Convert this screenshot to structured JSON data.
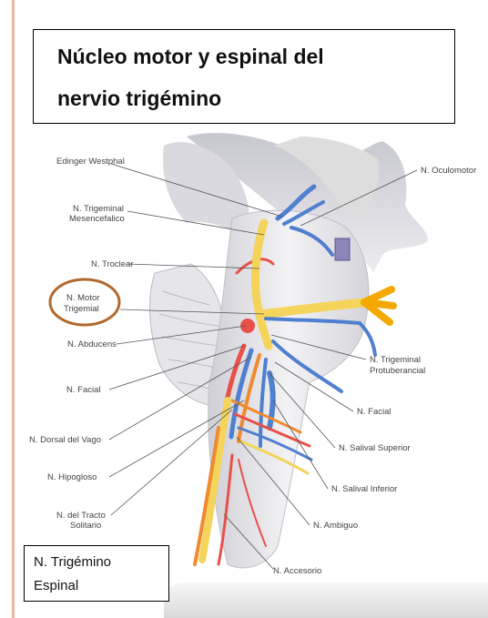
{
  "title": {
    "line1": "Núcleo motor y espinal del",
    "line2": "nervio trigémino"
  },
  "diagram": {
    "labels_left": [
      "Edinger Westphal",
      "N. Trigeminal",
      "Mesencefalico",
      "N. Troclear",
      "N. Motor",
      "Trigemial",
      "N. Abducens",
      "N. Facial",
      "N. Dorsal del Vago",
      "N. Hipogloso",
      "N. del Tracto",
      "Solitario"
    ],
    "labels_right": [
      "N. Oculomotor",
      "N. Trigeminal",
      "Protuberancial",
      "N. Facial",
      "N. Salival Superior",
      "N. Salival Inferior",
      "N. Ambiguo",
      "N. Accesorio"
    ],
    "colors": {
      "highlight_ring": "#b2692e",
      "nerve_yellow": "#f4d45a",
      "nerve_blue": "#4f7fcf",
      "nerve_red": "#e8504a",
      "nerve_orange": "#f08a2e",
      "tissue": "#e4e4e8"
    }
  },
  "callout": {
    "line1": "N. Trigémino",
    "line2": "Espinal"
  }
}
